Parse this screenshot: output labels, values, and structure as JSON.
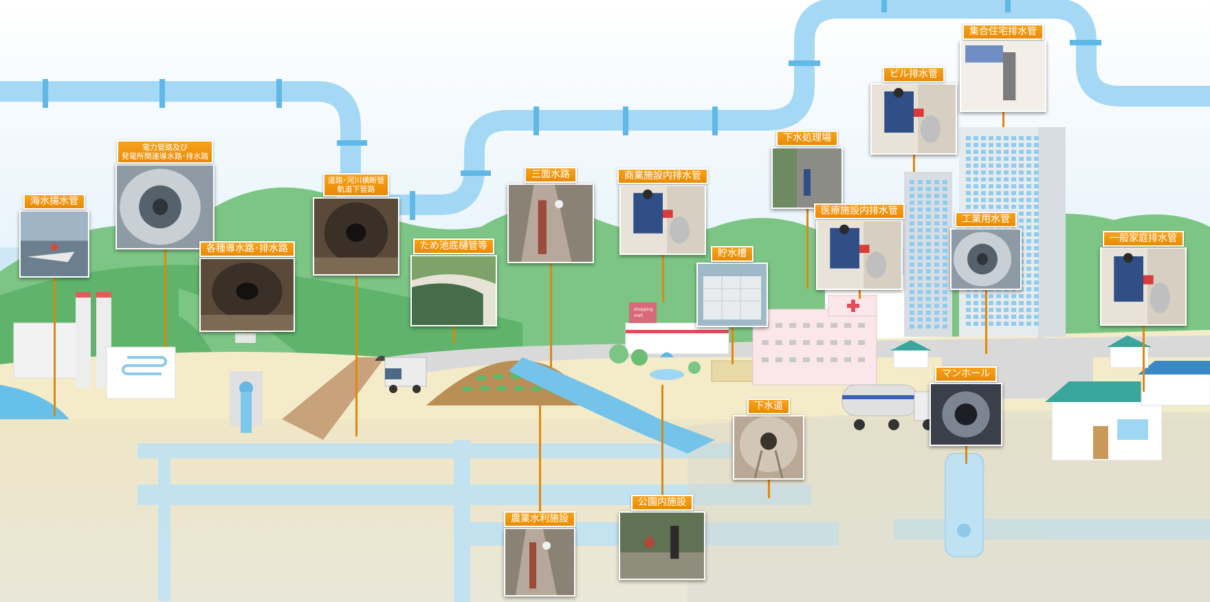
{
  "labels": {
    "seawater_intake": "海水揚水管",
    "power_conduit": "電力管路及び\n発電所関連導水路･排水路",
    "various_channels": "各種導水路･排水路",
    "road_river_crossing": "道路･河川横断管\n軌道下管路",
    "pond_bottom_pipe": "ため池底樋管等",
    "three_sided_channel": "三面水路",
    "commercial_drain": "商業施設内排水管",
    "storage_tank": "貯水槽",
    "sewage_plant": "下水処理場",
    "medical_drain": "医療施設内排水管",
    "building_drain": "ビル排水管",
    "apartment_drain": "集合住宅排水管",
    "industrial_water": "工業用水管",
    "household_drain": "一般家庭排水管",
    "sewer": "下水道",
    "manhole": "マンホール",
    "agricultural_water": "農業水利施設",
    "park_facility": "公園内施設"
  },
  "mall_sign": "shopping\nmall",
  "colors": {
    "label_orange": "#f39a12",
    "pipe_blue": "#7cc7ec",
    "hill_green": "#6dbd75",
    "ground_sand": "#f3e9c8"
  }
}
